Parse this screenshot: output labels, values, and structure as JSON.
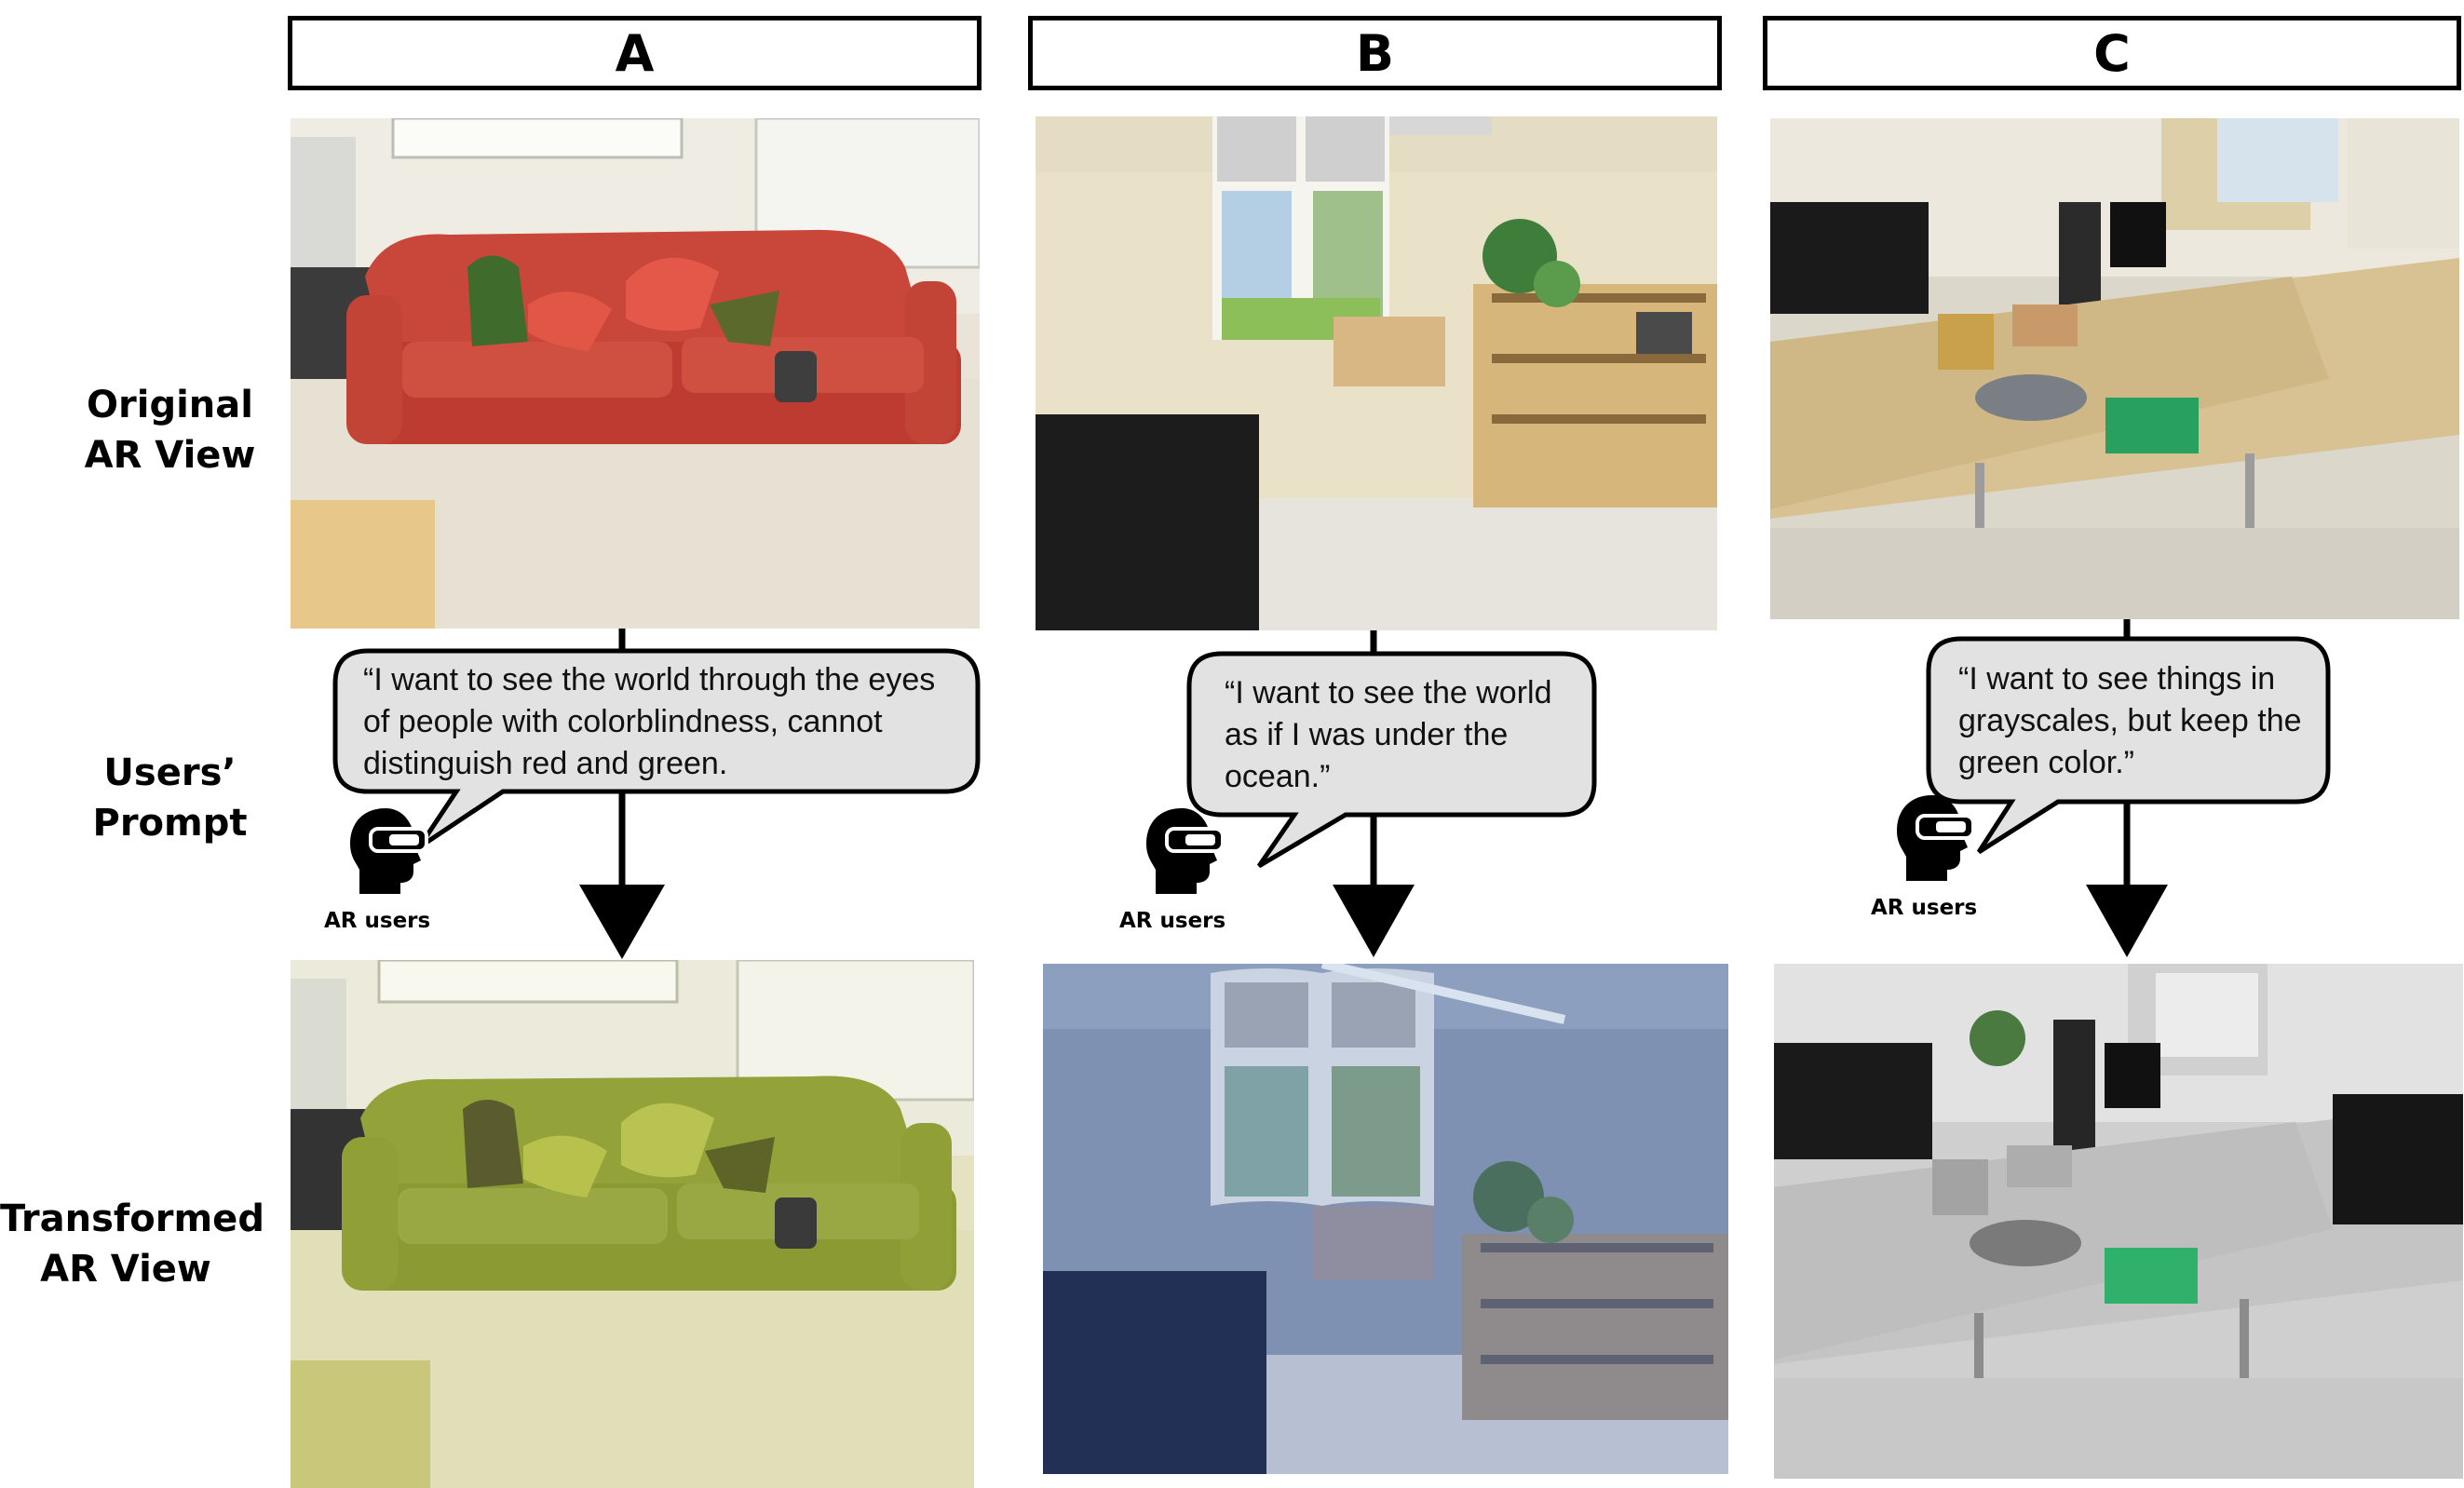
{
  "columns": [
    {
      "label": "A",
      "prompt_lines": [
        "“I want to see the world through the eyes",
        "of people with colorblindness, cannot",
        "distinguish red and green."
      ]
    },
    {
      "label": "B",
      "prompt_lines": [
        "“I want to see the world",
        "as if I was under the",
        "ocean.”"
      ]
    },
    {
      "label": "C",
      "prompt_lines": [
        "“I want to see things in",
        "grayscales, but keep the",
        "green color.”"
      ]
    }
  ],
  "rows": {
    "original": [
      "Original",
      "AR View"
    ],
    "prompt": [
      "Users’",
      "Prompt"
    ],
    "transformed": [
      "Transformed",
      "AR View"
    ]
  },
  "ar_user_label": "AR users",
  "icons": {
    "user": "vr-headset-user-icon"
  },
  "colors": {
    "bubble_fill": "#e2e2e2",
    "stroke": "#000000"
  }
}
